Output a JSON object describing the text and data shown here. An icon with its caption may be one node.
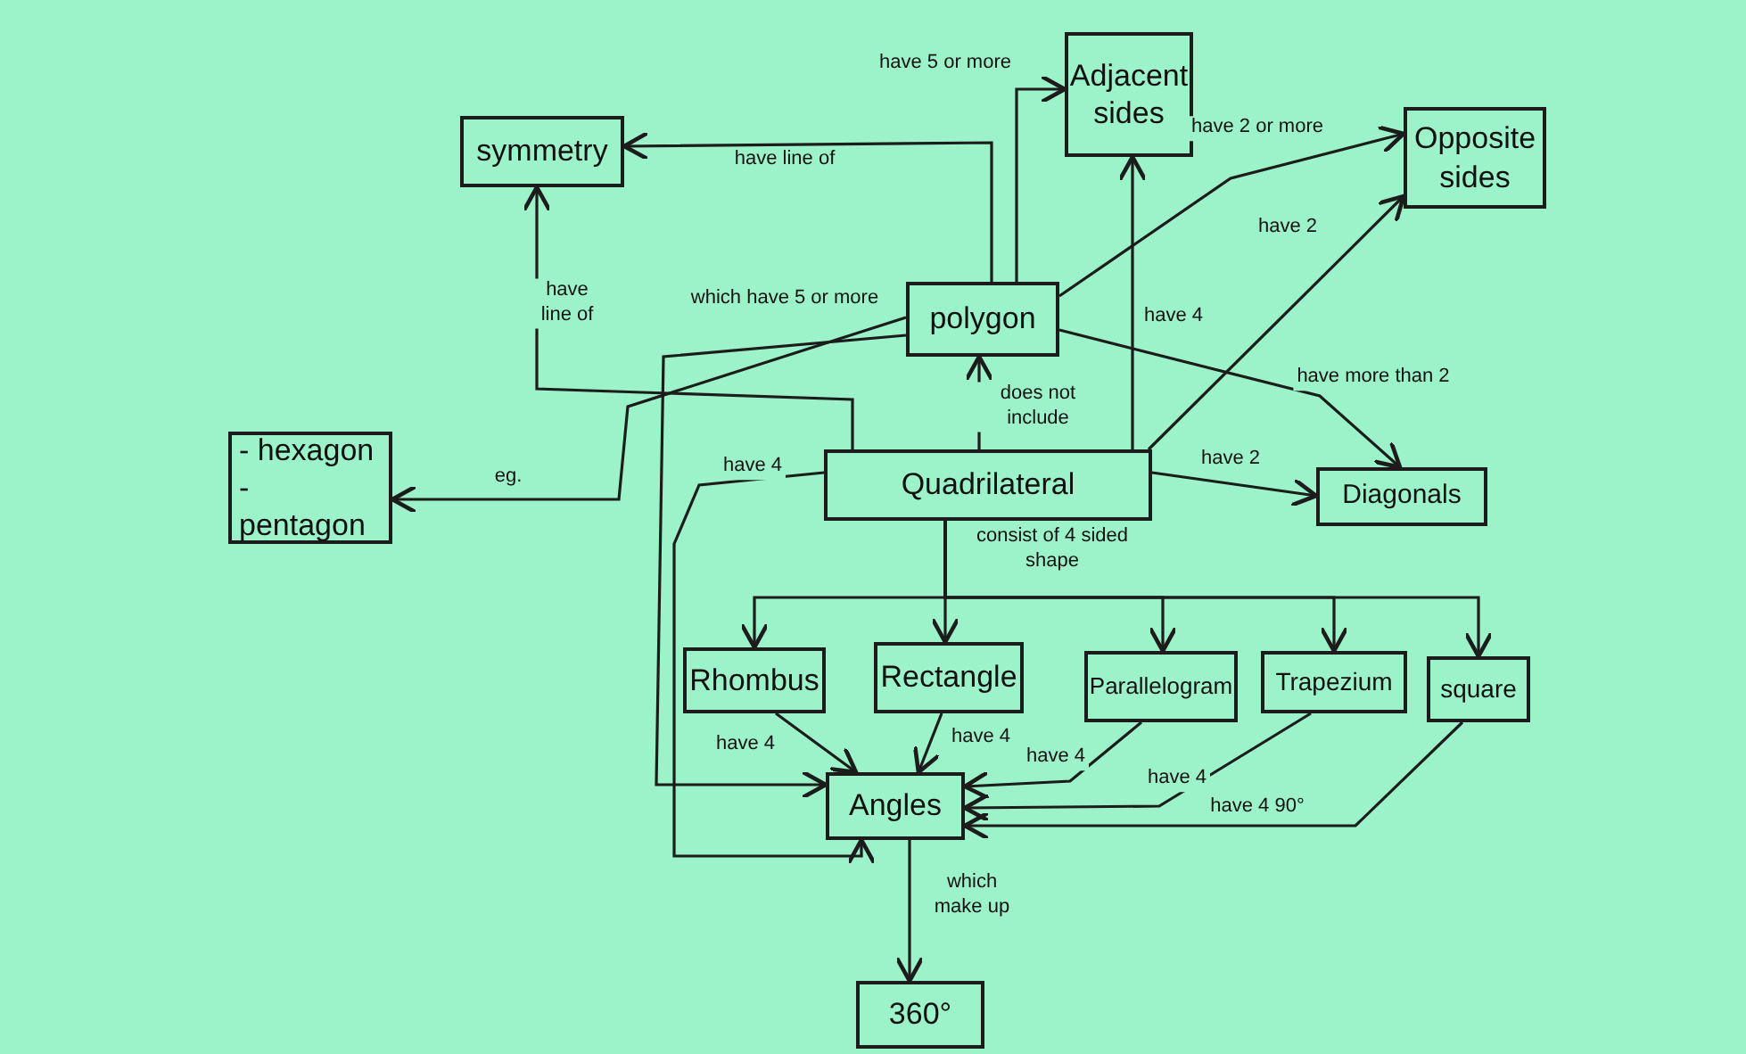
{
  "diagram": {
    "nodes": [
      {
        "text": [
          "symmetry"
        ]
      },
      {
        "text": [
          "Adjacent sides"
        ]
      },
      {
        "text": [
          "Opposite sides"
        ]
      },
      {
        "text": [
          "polygon"
        ]
      },
      {
        "text": [
          "- hexagon",
          "- pentagon"
        ]
      },
      {
        "text": [
          "Quadrilateral"
        ]
      },
      {
        "text": [
          "Diagonals"
        ]
      },
      {
        "text": [
          "Rhombus"
        ]
      },
      {
        "text": [
          "Rectangle"
        ]
      },
      {
        "text": [
          "Parallelogram"
        ]
      },
      {
        "text": [
          "Trapezium"
        ]
      },
      {
        "text": [
          "square"
        ]
      },
      {
        "text": [
          "Angles"
        ]
      },
      {
        "text": [
          "360°"
        ]
      }
    ],
    "edges": [
      {
        "from": 3,
        "to": 0,
        "arrow": "to",
        "label": "have line of"
      },
      {
        "from": 3,
        "to": 1,
        "arrow": "to",
        "label": "have 5 or more"
      },
      {
        "from": 3,
        "to": 2,
        "arrow": "to",
        "label": "have 2 or more"
      },
      {
        "from": 3,
        "to": 6,
        "arrow": "to",
        "label": "have more than 2"
      },
      {
        "from": 3,
        "to": 4,
        "arrow": "to",
        "label": "eg."
      },
      {
        "from": 3,
        "to": 12,
        "arrow": "to",
        "label": "which have 5 or more"
      },
      {
        "from": 5,
        "to": 0,
        "arrow": "to",
        "label": "have line of"
      },
      {
        "from": 5,
        "to": 3,
        "arrow": "to",
        "label": "does not include"
      },
      {
        "from": 5,
        "to": 1,
        "arrow": "to",
        "label": "have 4"
      },
      {
        "from": 5,
        "to": 2,
        "arrow": "to",
        "label": "have 2"
      },
      {
        "from": 5,
        "to": 6,
        "arrow": "to",
        "label": "have 2"
      },
      {
        "from": 5,
        "to": 12,
        "arrow": "to",
        "label": "have 4"
      },
      {
        "from": 5,
        "to": 8,
        "arrow": "to",
        "label": "consist of 4 sided shape"
      },
      {
        "from": 5,
        "to": 7,
        "arrow": "to"
      },
      {
        "from": 5,
        "to": 9,
        "arrow": "to"
      },
      {
        "from": 5,
        "to": 10,
        "arrow": "to"
      },
      {
        "from": 5,
        "to": 11,
        "arrow": "to"
      },
      {
        "from": 7,
        "to": 12,
        "arrow": "to",
        "label": "have 4"
      },
      {
        "from": 8,
        "to": 12,
        "arrow": "to",
        "label": "have 4"
      },
      {
        "from": 9,
        "to": 12,
        "arrow": "to",
        "label": "have 4"
      },
      {
        "from": 10,
        "to": 12,
        "arrow": "to",
        "label": "have 4"
      },
      {
        "from": 11,
        "to": 12,
        "arrow": "to",
        "label": "have 4 90°"
      },
      {
        "from": 12,
        "to": 13,
        "arrow": "to",
        "label": "which make up"
      }
    ]
  }
}
